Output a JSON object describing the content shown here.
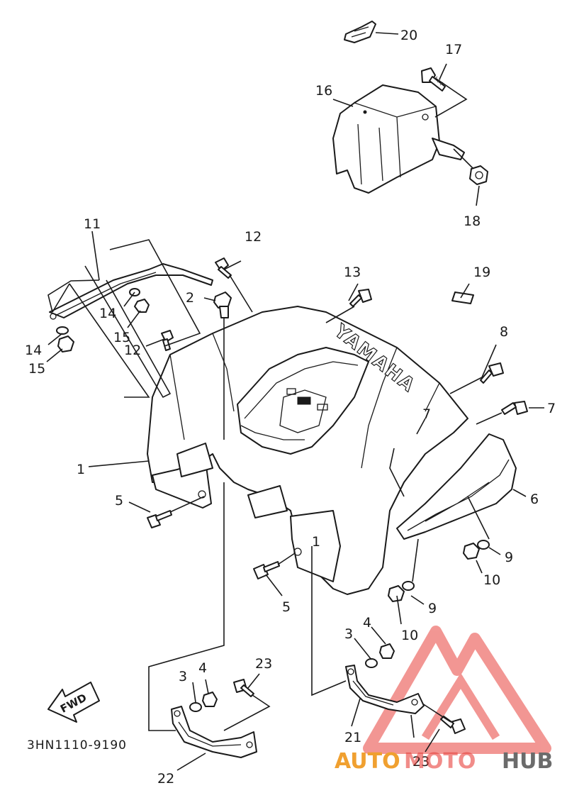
{
  "part_labels": {
    "p1": "1",
    "p1b": "1",
    "p2": "2",
    "p3a": "3",
    "p3b": "3",
    "p4a": "4",
    "p4b": "4",
    "p5a": "5",
    "p5b": "5",
    "p6": "6",
    "p7a": "7",
    "p7b": "7",
    "p8": "8",
    "p9a": "9",
    "p9b": "9",
    "p10a": "10",
    "p10b": "10",
    "p11": "11",
    "p12a": "12",
    "p12b": "12",
    "p13": "13",
    "p14a": "14",
    "p14b": "14",
    "p15a": "15",
    "p15b": "15",
    "p16": "16",
    "p17": "17",
    "p18": "18",
    "p19": "19",
    "p20": "20",
    "p21": "21",
    "p22": "22",
    "p23a": "23",
    "p23b": "23"
  },
  "fwd_label": "FWD",
  "diagram_code": "3HN1110-9190",
  "fender_logo": "YAMAHA",
  "watermark": {
    "part1": "AUTO",
    "part2": "MOTO",
    "part3": "HUB",
    "color_red": "#e8413c",
    "color_orange": "#f0a030",
    "color_gray": "#6b6b6b"
  }
}
